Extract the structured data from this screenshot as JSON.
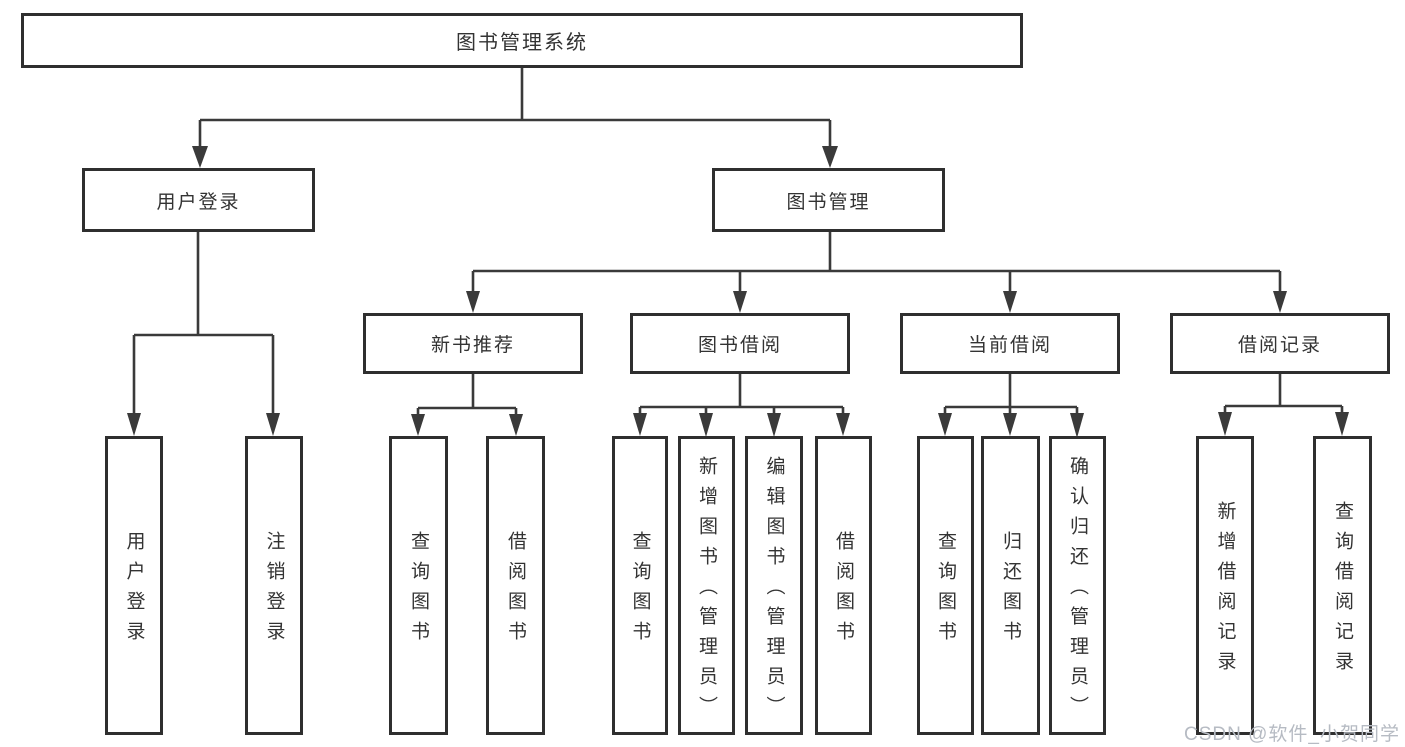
{
  "nodes": {
    "root": "图书管理系统",
    "user_login": "用户登录",
    "book_mgmt": "图书管理",
    "new_book_rec": "新书推荐",
    "book_borrow": "图书借阅",
    "current_borrow": "当前借阅",
    "borrow_record": "借阅记录",
    "leaf_user_login": "用户登录",
    "leaf_logout": "注销登录",
    "leaf_rec_query": "查询图书",
    "leaf_rec_borrow": "借阅图书",
    "leaf_bb_query": "查询图书",
    "leaf_bb_add": "新增图书（管理员）",
    "leaf_bb_edit": "编辑图书（管理员）",
    "leaf_bb_borrow": "借阅图书",
    "leaf_cb_query": "查询图书",
    "leaf_cb_return": "归还图书",
    "leaf_cb_confirm": "确认归还（管理员）",
    "leaf_br_add": "新增借阅记录",
    "leaf_br_query": "查询借阅记录"
  },
  "watermark": "CSDN @软件_小贺同学",
  "colors": {
    "line": "#3a3a3a",
    "box_border": "#2f2f2f",
    "text": "#333333",
    "watermark": "#b6bbc3",
    "background": "#ffffff"
  }
}
